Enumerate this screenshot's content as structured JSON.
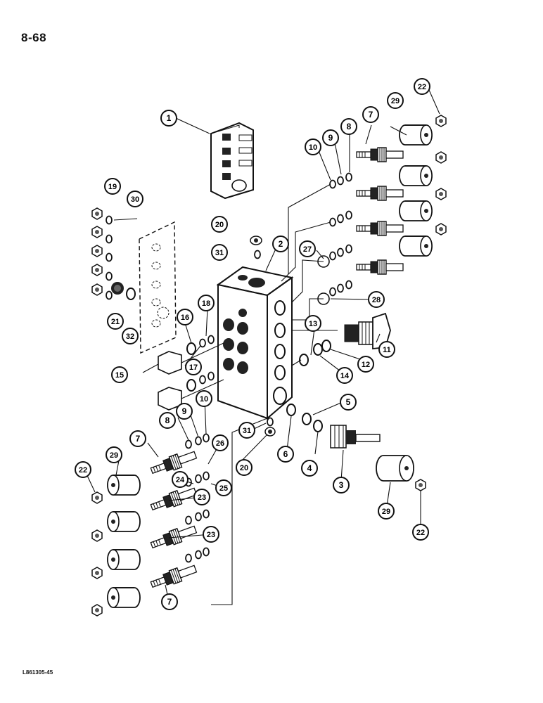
{
  "page": {
    "number": "8-68",
    "code": "L861305-45"
  },
  "callouts": [
    {
      "id": "c1",
      "label": "1"
    },
    {
      "id": "c2",
      "label": "2"
    },
    {
      "id": "c3",
      "label": "3"
    },
    {
      "id": "c4",
      "label": "4"
    },
    {
      "id": "c5",
      "label": "5"
    },
    {
      "id": "c6",
      "label": "6"
    },
    {
      "id": "c7a",
      "label": "7"
    },
    {
      "id": "c7b",
      "label": "7"
    },
    {
      "id": "c7c",
      "label": "7"
    },
    {
      "id": "c8a",
      "label": "8"
    },
    {
      "id": "c8b",
      "label": "8"
    },
    {
      "id": "c9a",
      "label": "9"
    },
    {
      "id": "c9b",
      "label": "9"
    },
    {
      "id": "c10a",
      "label": "10"
    },
    {
      "id": "c10b",
      "label": "10"
    },
    {
      "id": "c11",
      "label": "11"
    },
    {
      "id": "c12",
      "label": "12"
    },
    {
      "id": "c13",
      "label": "13"
    },
    {
      "id": "c14",
      "label": "14"
    },
    {
      "id": "c15",
      "label": "15"
    },
    {
      "id": "c16",
      "label": "16"
    },
    {
      "id": "c17",
      "label": "17"
    },
    {
      "id": "c18",
      "label": "18"
    },
    {
      "id": "c19",
      "label": "19"
    },
    {
      "id": "c20a",
      "label": "20"
    },
    {
      "id": "c20b",
      "label": "20"
    },
    {
      "id": "c21",
      "label": "21"
    },
    {
      "id": "c22a",
      "label": "22"
    },
    {
      "id": "c22b",
      "label": "22"
    },
    {
      "id": "c22c",
      "label": "22"
    },
    {
      "id": "c23a",
      "label": "23"
    },
    {
      "id": "c23b",
      "label": "23"
    },
    {
      "id": "c24",
      "label": "24"
    },
    {
      "id": "c25",
      "label": "25"
    },
    {
      "id": "c26",
      "label": "26"
    },
    {
      "id": "c27",
      "label": "27"
    },
    {
      "id": "c28",
      "label": "28"
    },
    {
      "id": "c29a",
      "label": "29"
    },
    {
      "id": "c29b",
      "label": "29"
    },
    {
      "id": "c29c",
      "label": "29"
    },
    {
      "id": "c30",
      "label": "30"
    },
    {
      "id": "c31a",
      "label": "31"
    },
    {
      "id": "c31b",
      "label": "31"
    },
    {
      "id": "c32",
      "label": "32"
    }
  ]
}
